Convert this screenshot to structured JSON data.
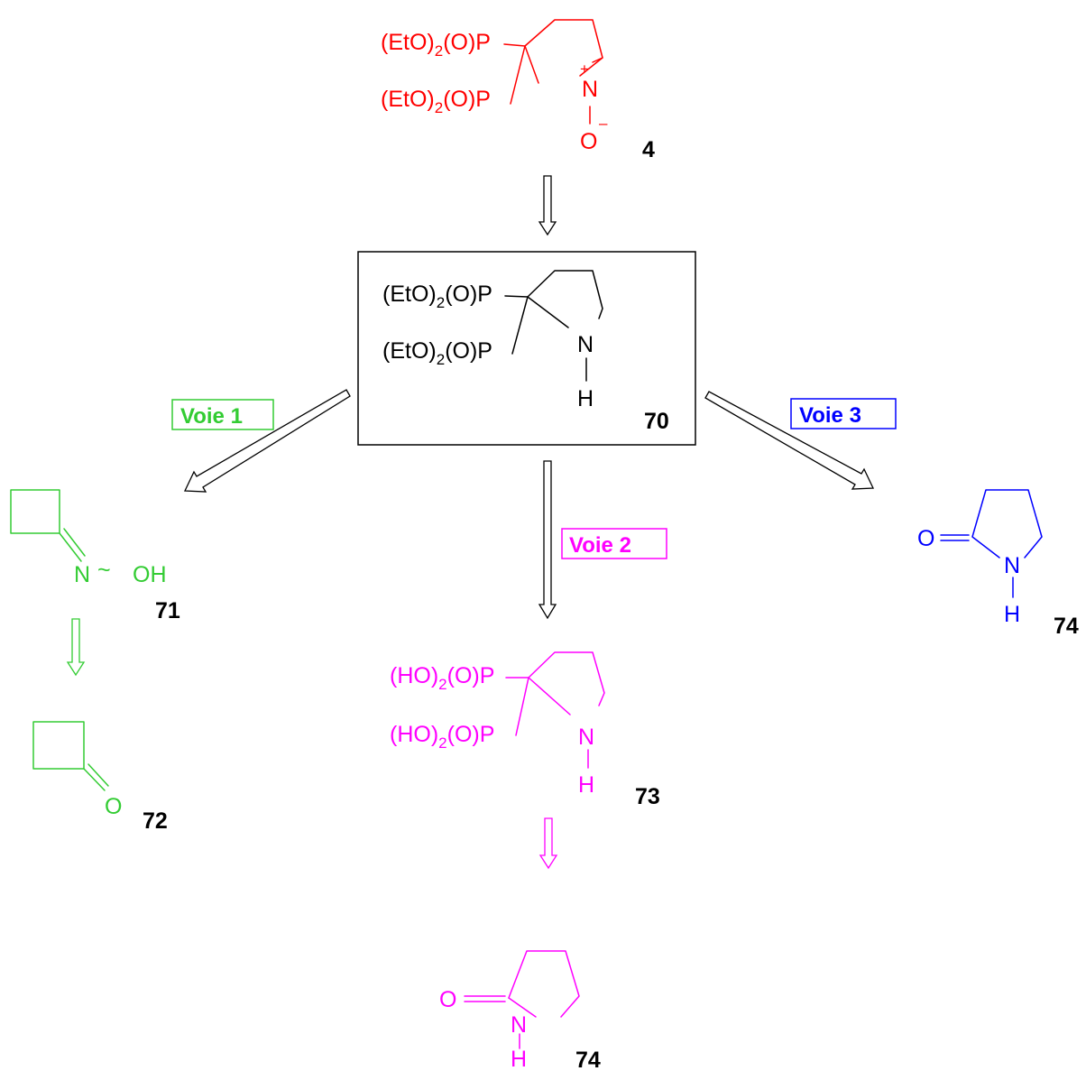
{
  "colors": {
    "c4": "#ff0000",
    "c70": "#000000",
    "voie1": "#33cc33",
    "voie2": "#ff00ff",
    "voie3": "#0000ff"
  },
  "labels": {
    "eto_sub": "2",
    "ho_sub": "2",
    "phos_tail": "(O)P",
    "eto_head": "(EtO)",
    "ho_head": "(HO)",
    "N": "N",
    "H": "H",
    "O": "O",
    "OH": "OH",
    "plus": "+",
    "minus": "–",
    "tilde": "~"
  },
  "compounds": {
    "c4": "4",
    "c70": "70",
    "c71": "71",
    "c72": "72",
    "c73": "73",
    "c74a": "74",
    "c74b": "74"
  },
  "routes": {
    "voie1": "Voie 1",
    "voie2": "Voie 2",
    "voie3": "Voie 3"
  }
}
